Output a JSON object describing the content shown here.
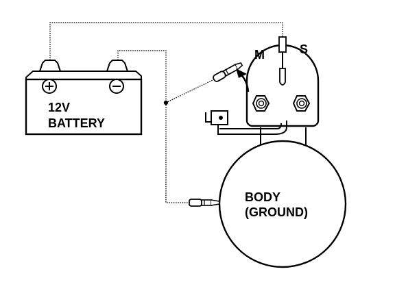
{
  "battery": {
    "line1": "12V",
    "line2": "BATTERY",
    "positive_symbol": "+",
    "negative_symbol": "−"
  },
  "solenoid": {
    "m_label": "M",
    "s_label": "S"
  },
  "body": {
    "line1": "BODY",
    "line2": "(GROUND)"
  },
  "colors": {
    "ink": "#000000",
    "paper": "#ffffff"
  }
}
